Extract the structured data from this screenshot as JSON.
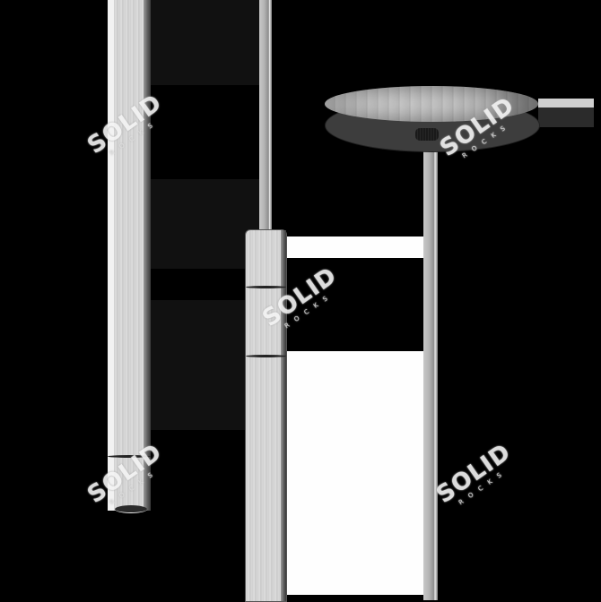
{
  "scene": {
    "subject": "pendant lamp 3D render, three views",
    "colors": {
      "background_dark": "#000000",
      "background_dark_band": "#111111",
      "background_light": "#fefefe",
      "metal_light": "#d9d9d9",
      "canopy_bottom": "#3d3d3d"
    }
  },
  "views": [
    {
      "name": "left-pendant-tube",
      "description": "long ribbed cylinder with ring near bottom"
    },
    {
      "name": "middle-pendant-tube",
      "description": "ribbed cylinder on thin rod with two rings"
    },
    {
      "name": "ceiling-canopy",
      "description": "round ribbed ceiling canopy with cord"
    }
  ],
  "watermarks": [
    {
      "text": "SOLID",
      "sub": "ROCKS"
    },
    {
      "text": "SOLID",
      "sub": "ROCKS"
    },
    {
      "text": "SOLID",
      "sub": "ROCKS"
    },
    {
      "text": "SOLID",
      "sub": "ROCKS"
    },
    {
      "text": "SOLID",
      "sub": "ROCKS"
    }
  ]
}
